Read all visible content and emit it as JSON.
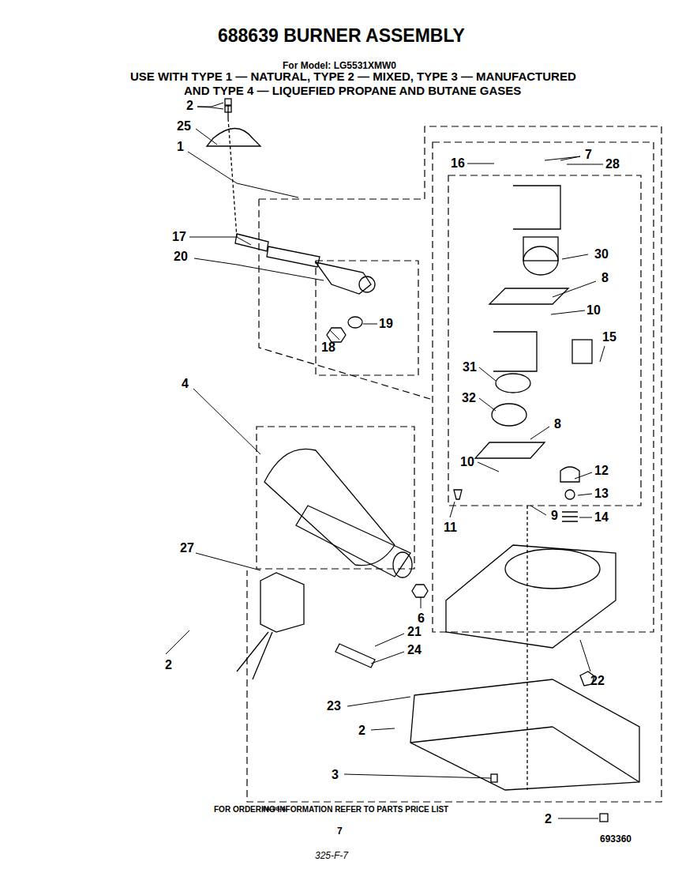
{
  "diagram": {
    "title": "688639 BURNER ASSEMBLY",
    "caption": "FOR ORDERING INFORMATION REFER TO PARTS PRICE LIST",
    "labels": [
      "For Model: LG5531XMW0",
      "USE WITH TYPE 1 — NATURAL, TYPE 2 — MIXED, TYPE 3 — MANUFACTURED",
      "AND TYPE 4 — LIQUEFIED PROPANE AND BUTANE GASES",
      "2",
      "25",
      "1",
      "16",
      "7",
      "28",
      "17",
      "30",
      "20",
      "19",
      "8",
      "10",
      "18",
      "15",
      "31",
      "32",
      "8",
      "4",
      "10",
      "12",
      "13",
      "9",
      "14",
      "11",
      "27",
      "6",
      "2",
      "21",
      "24",
      "22",
      "23",
      "2",
      "3",
      "2",
      "8A-98-A",
      "7",
      "693360",
      "325-F-7"
    ]
  }
}
